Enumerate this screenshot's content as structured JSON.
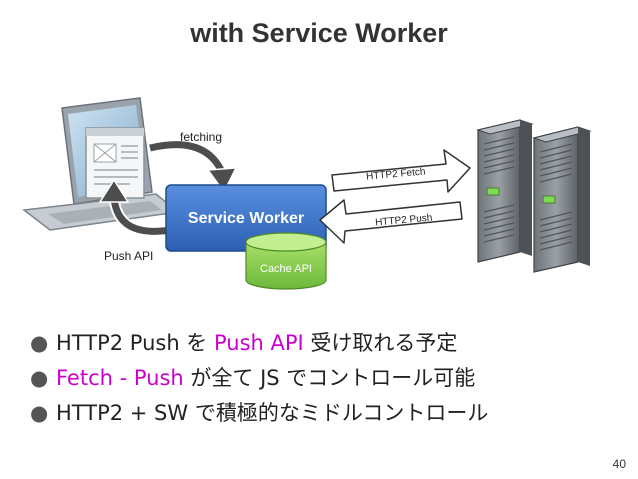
{
  "title": "with Service Worker",
  "diagram": {
    "label_fetching": "fetching",
    "label_push_api": "Push API",
    "service_worker": "Service Worker",
    "cache_api": "Cache API",
    "http2_fetch": "HTTP2 Fetch",
    "http2_push": "HTTP2 Push"
  },
  "bullets": [
    {
      "parts": [
        {
          "text": "HTTP2 Push を "
        },
        {
          "text": "Push API",
          "highlight": true
        },
        {
          "text": " 受け取れる予定"
        }
      ]
    },
    {
      "parts": [
        {
          "text": "Fetch - Push",
          "highlight": true
        },
        {
          "text": " が全て JS でコントロール可能"
        }
      ]
    },
    {
      "parts": [
        {
          "text": "HTTP2 + SW で積極的なミドルコントロール"
        }
      ]
    }
  ],
  "page_number": "40",
  "colors": {
    "highlight": "#cc00cc",
    "service_worker": "#3b73c8",
    "cache": "#8fd14f"
  }
}
